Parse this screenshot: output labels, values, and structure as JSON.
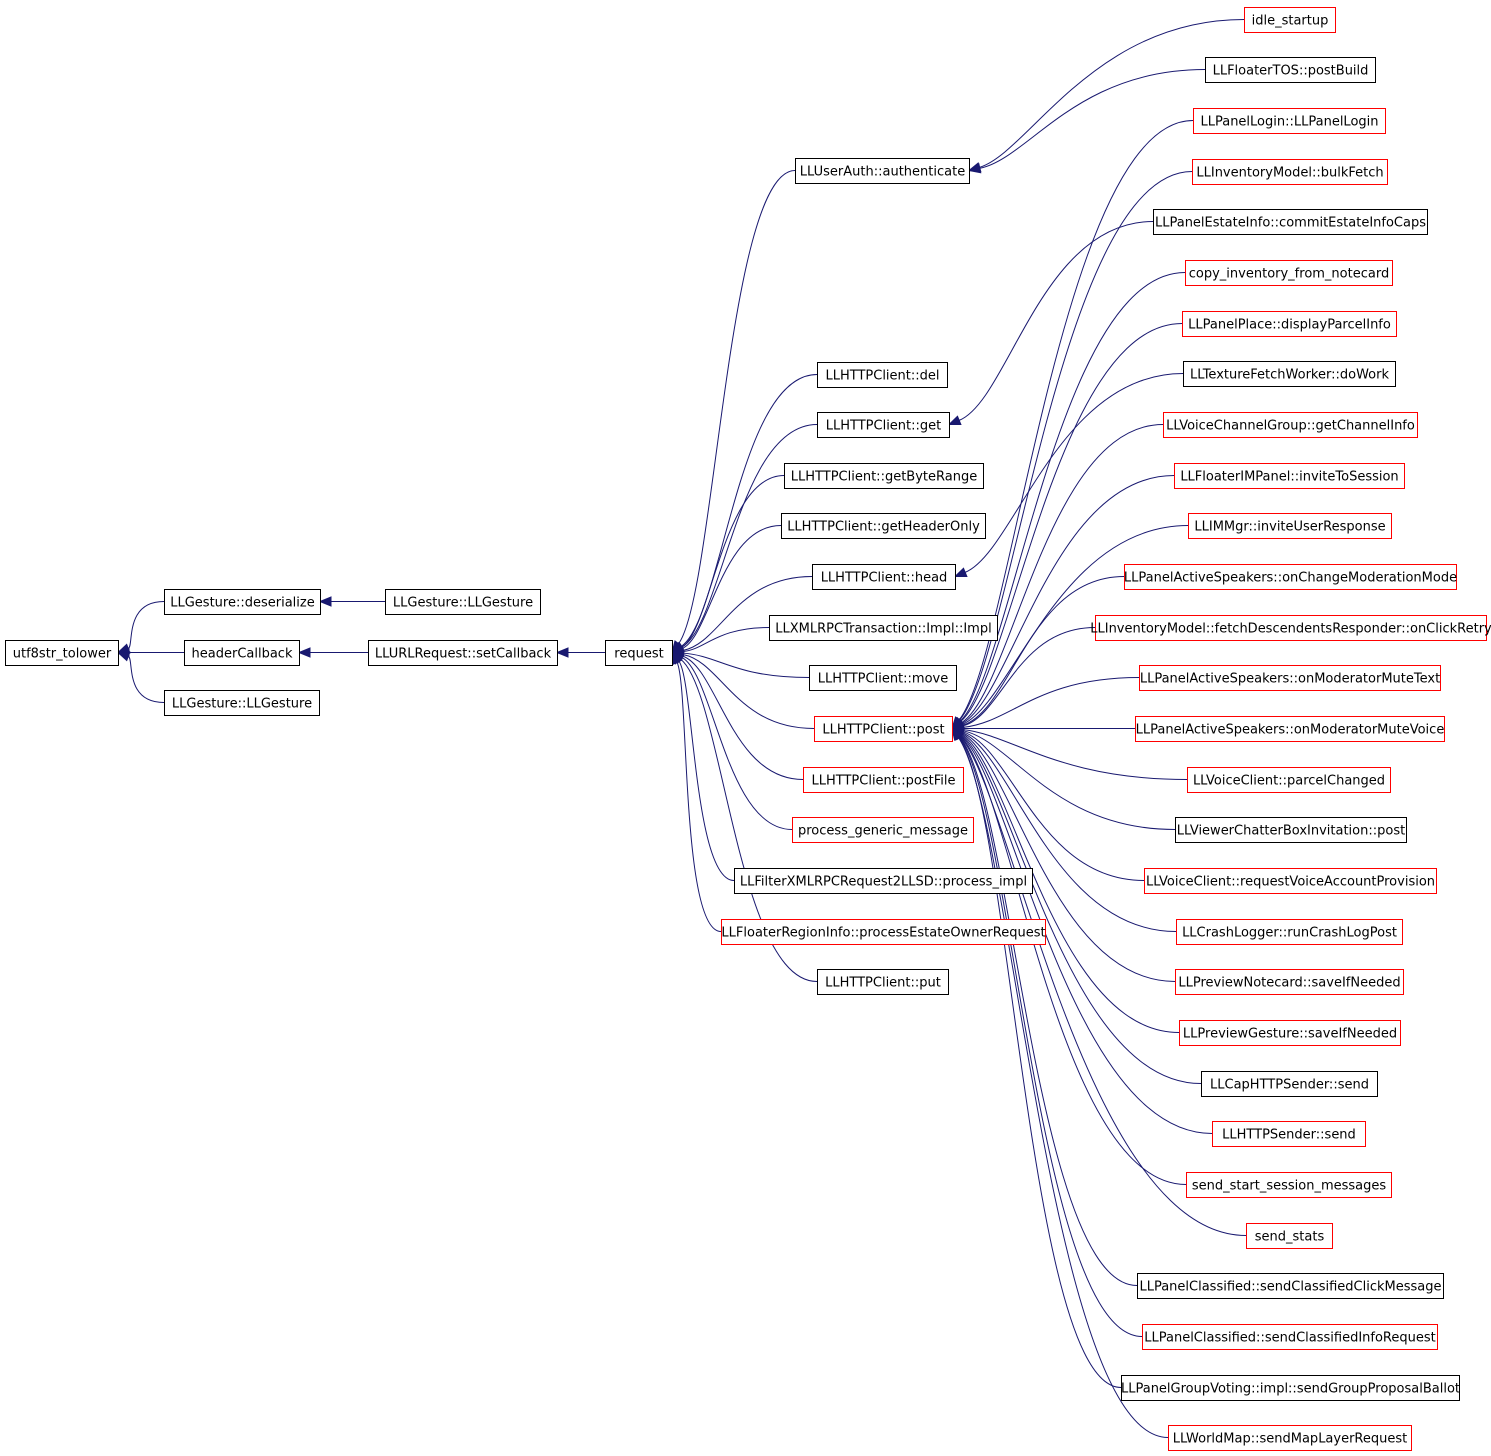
{
  "graph": {
    "root": "utf8str_tolower",
    "nodes": [
      {
        "id": "n0",
        "label": "utf8str_tolower",
        "style": "root"
      },
      {
        "id": "n1",
        "label": "LLGesture::deserialize",
        "style": "black"
      },
      {
        "id": "n2",
        "label": "headerCallback",
        "style": "black"
      },
      {
        "id": "n3",
        "label": "LLGesture::LLGesture",
        "style": "black"
      },
      {
        "id": "n4",
        "label": "LLGesture::LLGesture",
        "style": "black"
      },
      {
        "id": "n5",
        "label": "LLURLRequest::setCallback",
        "style": "black"
      },
      {
        "id": "n6",
        "label": "request",
        "style": "black"
      },
      {
        "id": "n7",
        "label": "LLUserAuth::authenticate",
        "style": "black"
      },
      {
        "id": "n8",
        "label": "LLHTTPClient::del",
        "style": "black"
      },
      {
        "id": "n9",
        "label": "LLHTTPClient::get",
        "style": "black"
      },
      {
        "id": "n10",
        "label": "LLHTTPClient::getByteRange",
        "style": "black"
      },
      {
        "id": "n11",
        "label": "LLHTTPClient::getHeaderOnly",
        "style": "black"
      },
      {
        "id": "n12",
        "label": "LLHTTPClient::head",
        "style": "black"
      },
      {
        "id": "n13",
        "label": "LLXMLRPCTransaction::Impl::Impl",
        "style": "black"
      },
      {
        "id": "n14",
        "label": "LLHTTPClient::move",
        "style": "black"
      },
      {
        "id": "n15",
        "label": "LLHTTPClient::post",
        "style": "red"
      },
      {
        "id": "n16",
        "label": "LLHTTPClient::postFile",
        "style": "red"
      },
      {
        "id": "n17",
        "label": "process_generic_message",
        "style": "red"
      },
      {
        "id": "n18",
        "label": "LLFilterXMLRPCRequest2LLSD::process_impl",
        "style": "black"
      },
      {
        "id": "n19",
        "label": "LLFloaterRegionInfo::processEstateOwnerRequest",
        "style": "red"
      },
      {
        "id": "n20",
        "label": "LLHTTPClient::put",
        "style": "black"
      },
      {
        "id": "n21",
        "label": "idle_startup",
        "style": "red"
      },
      {
        "id": "n22",
        "label": "LLFloaterTOS::postBuild",
        "style": "black"
      },
      {
        "id": "n23",
        "label": "LLPanelLogin::LLPanelLogin",
        "style": "red"
      },
      {
        "id": "n24",
        "label": "LLInventoryModel::bulkFetch",
        "style": "red"
      },
      {
        "id": "n25",
        "label": "LLPanelEstateInfo::commitEstateInfoCaps",
        "style": "black"
      },
      {
        "id": "n26",
        "label": "copy_inventory_from_notecard",
        "style": "red"
      },
      {
        "id": "n27",
        "label": "LLPanelPlace::displayParcelInfo",
        "style": "red"
      },
      {
        "id": "n28",
        "label": "LLTextureFetchWorker::doWork",
        "style": "black"
      },
      {
        "id": "n29",
        "label": "LLVoiceChannelGroup::getChannelInfo",
        "style": "red"
      },
      {
        "id": "n30",
        "label": "LLFloaterIMPanel::inviteToSession",
        "style": "red"
      },
      {
        "id": "n31",
        "label": "LLIMMgr::inviteUserResponse",
        "style": "red"
      },
      {
        "id": "n32",
        "label": "LLPanelActiveSpeakers::onChangeModerationMode",
        "style": "red"
      },
      {
        "id": "n33",
        "label": "LLInventoryModel::fetchDescendentsResponder::onClickRetry",
        "style": "red"
      },
      {
        "id": "n34",
        "label": "LLPanelActiveSpeakers::onModeratorMuteText",
        "style": "red"
      },
      {
        "id": "n35",
        "label": "LLPanelActiveSpeakers::onModeratorMuteVoice",
        "style": "red"
      },
      {
        "id": "n36",
        "label": "LLVoiceClient::parcelChanged",
        "style": "red"
      },
      {
        "id": "n37",
        "label": "LLViewerChatterBoxInvitation::post",
        "style": "black"
      },
      {
        "id": "n38",
        "label": "LLVoiceClient::requestVoiceAccountProvision",
        "style": "red"
      },
      {
        "id": "n39",
        "label": "LLCrashLogger::runCrashLogPost",
        "style": "red"
      },
      {
        "id": "n40",
        "label": "LLPreviewNotecard::saveIfNeeded",
        "style": "red"
      },
      {
        "id": "n41",
        "label": "LLPreviewGesture::saveIfNeeded",
        "style": "red"
      },
      {
        "id": "n42",
        "label": "LLCapHTTPSender::send",
        "style": "black"
      },
      {
        "id": "n43",
        "label": "LLHTTPSender::send",
        "style": "red"
      },
      {
        "id": "n44",
        "label": "send_start_session_messages",
        "style": "red"
      },
      {
        "id": "n45",
        "label": "send_stats",
        "style": "red"
      },
      {
        "id": "n46",
        "label": "LLPanelClassified::sendClassifiedClickMessage",
        "style": "black"
      },
      {
        "id": "n47",
        "label": "LLPanelClassified::sendClassifiedInfoRequest",
        "style": "red"
      },
      {
        "id": "n48",
        "label": "LLPanelGroupVoting::impl::sendGroupProposalBallot",
        "style": "black"
      },
      {
        "id": "n49",
        "label": "LLWorldMap::sendMapLayerRequest",
        "style": "red"
      }
    ],
    "edges": [
      [
        "n1",
        "n0"
      ],
      [
        "n2",
        "n0"
      ],
      [
        "n4",
        "n0"
      ],
      [
        "n3",
        "n1"
      ],
      [
        "n5",
        "n2"
      ],
      [
        "n6",
        "n5"
      ],
      [
        "n7",
        "n6"
      ],
      [
        "n8",
        "n6"
      ],
      [
        "n9",
        "n6"
      ],
      [
        "n10",
        "n6"
      ],
      [
        "n11",
        "n6"
      ],
      [
        "n12",
        "n6"
      ],
      [
        "n13",
        "n6"
      ],
      [
        "n14",
        "n6"
      ],
      [
        "n15",
        "n6"
      ],
      [
        "n16",
        "n6"
      ],
      [
        "n17",
        "n6"
      ],
      [
        "n18",
        "n6"
      ],
      [
        "n19",
        "n6"
      ],
      [
        "n20",
        "n6"
      ],
      [
        "n21",
        "n7"
      ],
      [
        "n22",
        "n7"
      ],
      [
        "n25",
        "n9"
      ],
      [
        "n28",
        "n12"
      ],
      [
        "n23",
        "n15"
      ],
      [
        "n24",
        "n15"
      ],
      [
        "n26",
        "n15"
      ],
      [
        "n27",
        "n15"
      ],
      [
        "n29",
        "n15"
      ],
      [
        "n30",
        "n15"
      ],
      [
        "n31",
        "n15"
      ],
      [
        "n32",
        "n15"
      ],
      [
        "n33",
        "n15"
      ],
      [
        "n34",
        "n15"
      ],
      [
        "n35",
        "n15"
      ],
      [
        "n36",
        "n15"
      ],
      [
        "n37",
        "n15"
      ],
      [
        "n38",
        "n15"
      ],
      [
        "n39",
        "n15"
      ],
      [
        "n40",
        "n15"
      ],
      [
        "n41",
        "n15"
      ],
      [
        "n42",
        "n15"
      ],
      [
        "n43",
        "n15"
      ],
      [
        "n44",
        "n15"
      ],
      [
        "n45",
        "n15"
      ],
      [
        "n46",
        "n15"
      ],
      [
        "n47",
        "n15"
      ],
      [
        "n48",
        "n15"
      ],
      [
        "n49",
        "n15"
      ]
    ],
    "colors": {
      "edge": "#191970",
      "node_border_black": "#000000",
      "node_border_red": "#ff0000",
      "root_fill": "#bfbfbf"
    }
  }
}
